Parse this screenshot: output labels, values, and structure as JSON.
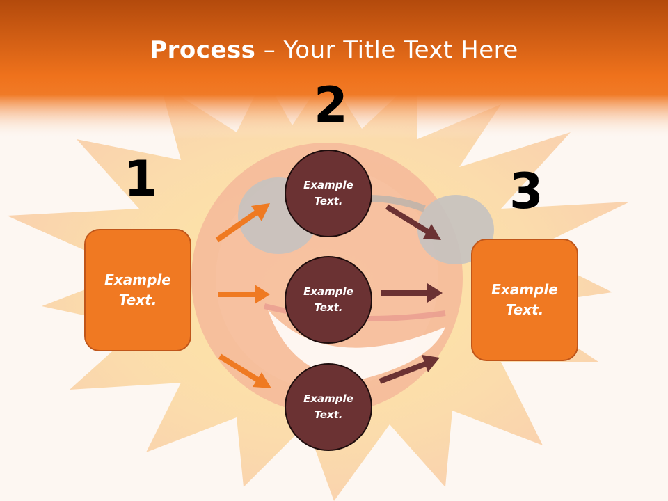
{
  "title": {
    "bold": "Process",
    "rest": " – Your Title Text Here"
  },
  "steps": [
    {
      "number": "1",
      "label": "Example\nText."
    },
    {
      "number": "2",
      "label": "Example\nText."
    },
    {
      "number": "3",
      "label": "Example\nText."
    }
  ],
  "circles": [
    {
      "label": "Example\nText."
    },
    {
      "label": "Example\nText."
    },
    {
      "label": "Example\nText."
    }
  ],
  "colors": {
    "header": "#ee7320",
    "box": "#f07922",
    "circle": "#6b3233",
    "orange_arrow": "#ef7a22",
    "brown_arrow": "#6b3233"
  }
}
